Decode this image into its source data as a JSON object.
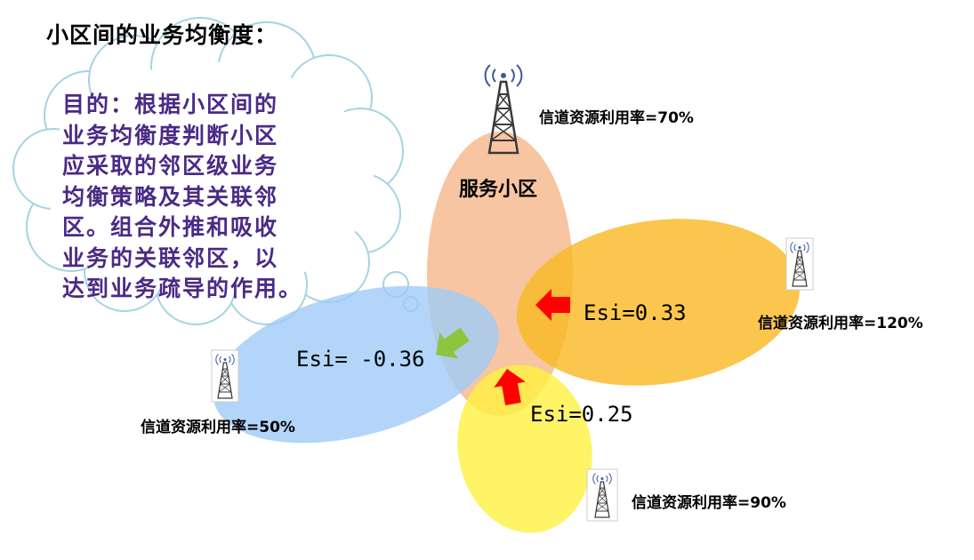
{
  "title": "小区间的业务均衡度：",
  "purpose_lines": [
    "目的：根据小区间的",
    "业务均衡度判断小区",
    "应采取的邻区级业务",
    "均衡策略及其关联邻",
    "区。组合外推和吸收",
    "业务的关联邻区，以",
    "达到业务疏导的作用。"
  ],
  "serving_cell": {
    "label": "服务小区",
    "utilization": "信道资源利用率=70%",
    "color": "#f5b68a"
  },
  "neighbors": [
    {
      "id": "right",
      "utilization": "信道资源利用率=120%",
      "esi": "Esi=0.33",
      "arrow_color": "#ff0000",
      "color": "#f9b820"
    },
    {
      "id": "left",
      "utilization": "信道资源利用率=50%",
      "esi": "Esi= -0.36",
      "arrow_color": "#8cc63f",
      "color": "#9fcbf7"
    },
    {
      "id": "bottom",
      "utilization": "信道资源利用率=90%",
      "esi": "Esi=0.25",
      "arrow_color": "#ff0000",
      "color": "#fff040"
    }
  ]
}
